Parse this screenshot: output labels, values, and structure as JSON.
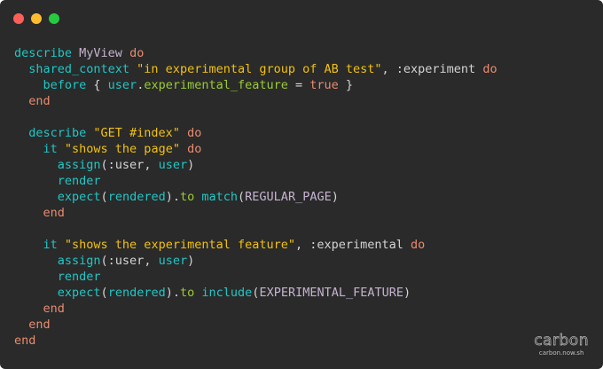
{
  "window": {
    "background": "#2a2a2a",
    "controls": [
      {
        "name": "close",
        "color": "#ff5f56"
      },
      {
        "name": "minimize",
        "color": "#ffbd2e"
      },
      {
        "name": "maximize",
        "color": "#27c93f"
      }
    ]
  },
  "code": {
    "language": "ruby",
    "lines": [
      [
        {
          "t": "describe",
          "c": "fn"
        },
        {
          "t": " MyView ",
          "c": "const"
        },
        {
          "t": "do",
          "c": "kw"
        }
      ],
      [
        {
          "t": "  shared_context ",
          "c": "fn"
        },
        {
          "t": "\"in experimental group of AB test\"",
          "c": "str"
        },
        {
          "t": ", :experiment ",
          "c": "plain"
        },
        {
          "t": "do",
          "c": "kw"
        }
      ],
      [
        {
          "t": "    before ",
          "c": "fn"
        },
        {
          "t": "{ ",
          "c": "plain"
        },
        {
          "t": "user",
          "c": "fn"
        },
        {
          "t": ".",
          "c": "plain"
        },
        {
          "t": "experimental_feature",
          "c": "meth"
        },
        {
          "t": " = ",
          "c": "plain"
        },
        {
          "t": "true",
          "c": "bool"
        },
        {
          "t": " }",
          "c": "plain"
        }
      ],
      [
        {
          "t": "  end",
          "c": "kw"
        }
      ],
      [],
      [
        {
          "t": "  describe ",
          "c": "fn"
        },
        {
          "t": "\"GET #index\"",
          "c": "str"
        },
        {
          "t": " do",
          "c": "kw"
        }
      ],
      [
        {
          "t": "    it ",
          "c": "fn"
        },
        {
          "t": "\"shows the page\"",
          "c": "str"
        },
        {
          "t": " do",
          "c": "kw"
        }
      ],
      [
        {
          "t": "      assign",
          "c": "fn"
        },
        {
          "t": "(:user, ",
          "c": "plain"
        },
        {
          "t": "user",
          "c": "fn"
        },
        {
          "t": ")",
          "c": "plain"
        }
      ],
      [
        {
          "t": "      render",
          "c": "fn"
        }
      ],
      [
        {
          "t": "      expect",
          "c": "fn"
        },
        {
          "t": "(",
          "c": "plain"
        },
        {
          "t": "rendered",
          "c": "fn"
        },
        {
          "t": ").",
          "c": "plain"
        },
        {
          "t": "to",
          "c": "meth"
        },
        {
          "t": " ",
          "c": "plain"
        },
        {
          "t": "match",
          "c": "fn"
        },
        {
          "t": "(",
          "c": "plain"
        },
        {
          "t": "REGULAR_PAGE",
          "c": "const"
        },
        {
          "t": ")",
          "c": "plain"
        }
      ],
      [
        {
          "t": "    end",
          "c": "kw"
        }
      ],
      [],
      [
        {
          "t": "    it ",
          "c": "fn"
        },
        {
          "t": "\"shows the experimental feature\"",
          "c": "str"
        },
        {
          "t": ", :experimental ",
          "c": "plain"
        },
        {
          "t": "do",
          "c": "kw"
        }
      ],
      [
        {
          "t": "      assign",
          "c": "fn"
        },
        {
          "t": "(:user, ",
          "c": "plain"
        },
        {
          "t": "user",
          "c": "fn"
        },
        {
          "t": ")",
          "c": "plain"
        }
      ],
      [
        {
          "t": "      render",
          "c": "fn"
        }
      ],
      [
        {
          "t": "      expect",
          "c": "fn"
        },
        {
          "t": "(",
          "c": "plain"
        },
        {
          "t": "rendered",
          "c": "fn"
        },
        {
          "t": ").",
          "c": "plain"
        },
        {
          "t": "to",
          "c": "meth"
        },
        {
          "t": " ",
          "c": "plain"
        },
        {
          "t": "include",
          "c": "fn"
        },
        {
          "t": "(",
          "c": "plain"
        },
        {
          "t": "EXPERIMENTAL_FEATURE",
          "c": "const"
        },
        {
          "t": ")",
          "c": "plain"
        }
      ],
      [
        {
          "t": "    end",
          "c": "kw"
        }
      ],
      [
        {
          "t": "  end",
          "c": "kw"
        }
      ],
      [
        {
          "t": "end",
          "c": "kw"
        }
      ]
    ]
  },
  "watermark": {
    "logo": "carbon",
    "url": "carbon.now.sh"
  }
}
